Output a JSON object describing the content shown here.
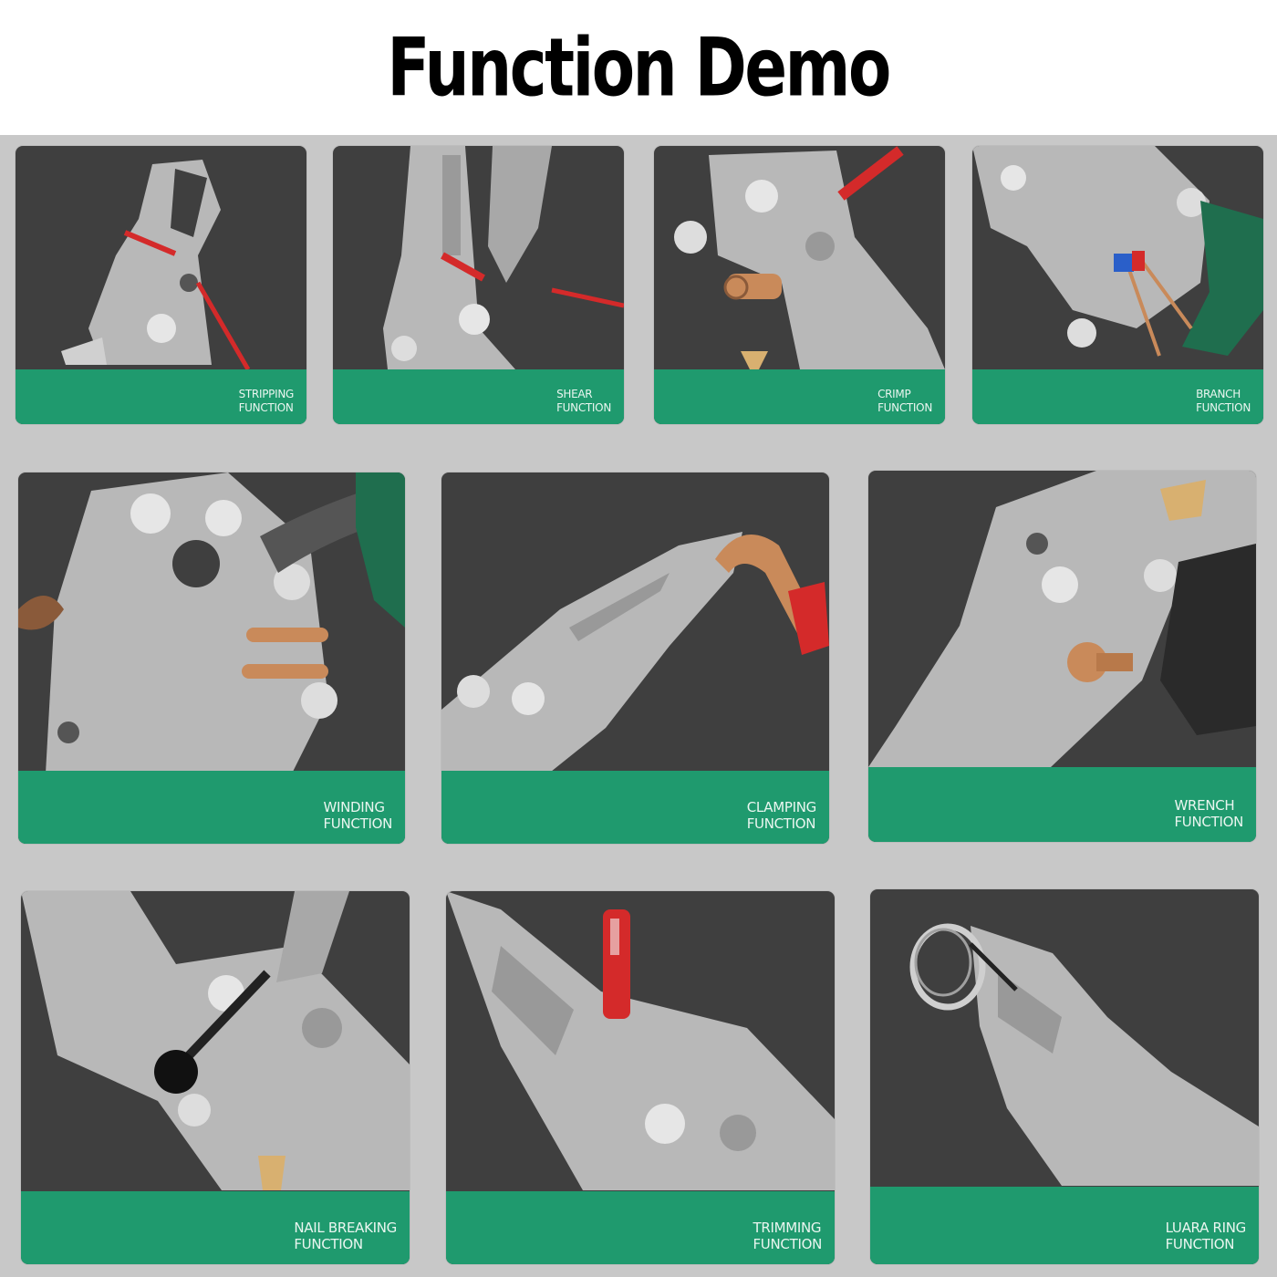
{
  "page": {
    "title": "Function Demo"
  },
  "colors": {
    "banner": "#1f9a6e",
    "card_bg": "#3f3f3f",
    "metal": "#b8b8b8",
    "wire": "#d42a2a",
    "copper": "#c98a5a",
    "grip": "#1f6e4e"
  },
  "cards": [
    {
      "line1": "STRIPPING",
      "line2": "FUNCTION"
    },
    {
      "line1": "SHEAR",
      "line2": "FUNCTION"
    },
    {
      "line1": "CRIMP",
      "line2": "FUNCTION"
    },
    {
      "line1": "BRANCH",
      "line2": "FUNCTION"
    },
    {
      "line1": "WINDING",
      "line2": "FUNCTION"
    },
    {
      "line1": "CLAMPING",
      "line2": "FUNCTION"
    },
    {
      "line1": "WRENCH",
      "line2": "FUNCTION"
    },
    {
      "line1": "NAIL BREAKING",
      "line2": "FUNCTION"
    },
    {
      "line1": "TRIMMING",
      "line2": "FUNCTION"
    },
    {
      "line1": "LUARA RING",
      "line2": "FUNCTION"
    }
  ]
}
